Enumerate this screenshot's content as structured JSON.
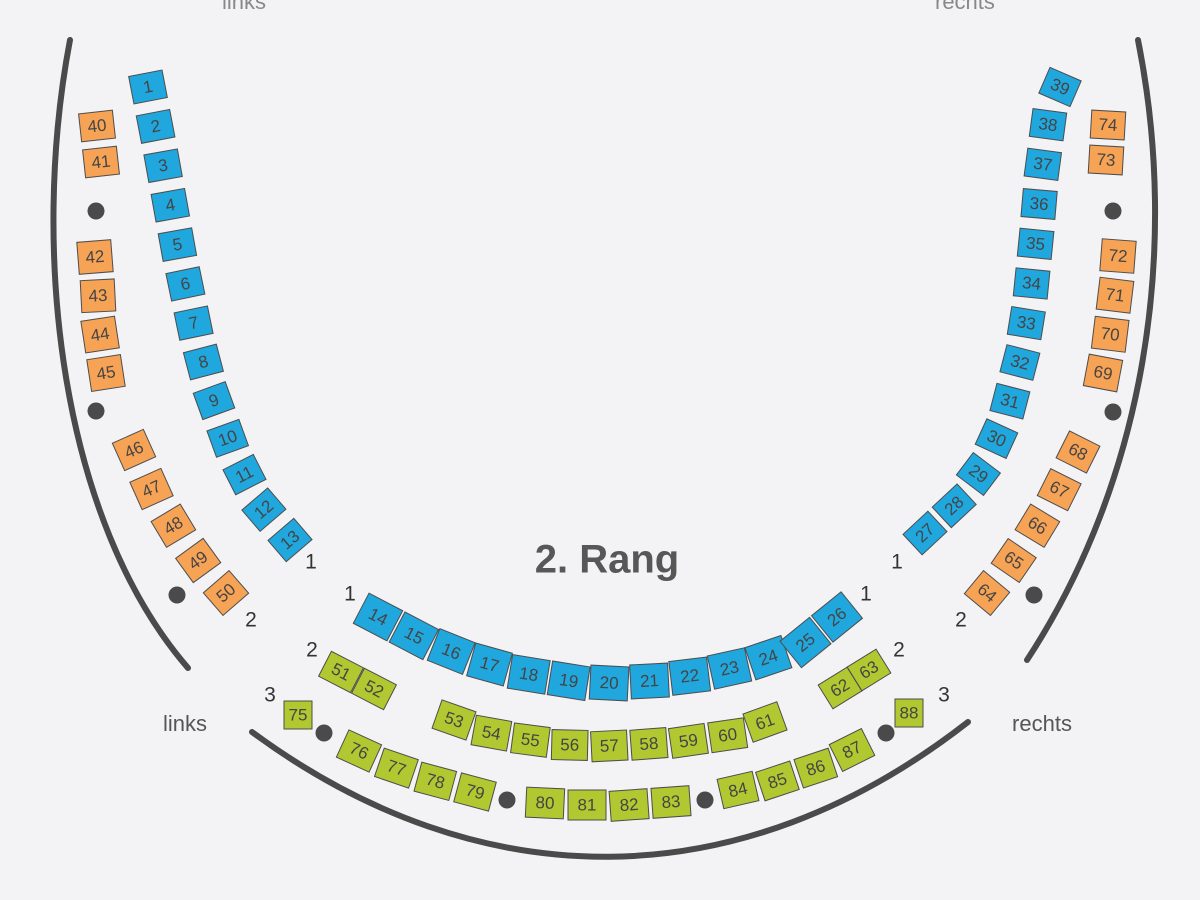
{
  "title": "2. Rang",
  "side_labels": {
    "left": "links",
    "right": "rechts"
  },
  "top_labels": {
    "left": "links",
    "right": "rechts"
  },
  "colors": {
    "blue": "#1fa7de",
    "orange": "#f6a355",
    "green": "#b2c831",
    "background": "#f3f3f5"
  },
  "row_labels": [
    "1",
    "1",
    "1",
    "1",
    "2",
    "2",
    "2",
    "2",
    "3",
    "3"
  ],
  "seats": {
    "blue_left": [
      "1",
      "2",
      "3",
      "4",
      "5",
      "6",
      "7",
      "8",
      "9",
      "10",
      "11",
      "12",
      "13"
    ],
    "blue_center": [
      "14",
      "15",
      "16",
      "17",
      "18",
      "19",
      "20",
      "21",
      "22",
      "23",
      "24",
      "25",
      "26"
    ],
    "blue_right": [
      "27",
      "28",
      "29",
      "30",
      "31",
      "32",
      "33",
      "34",
      "35",
      "36",
      "37",
      "38",
      "39"
    ],
    "orange_left_a": [
      "40",
      "41"
    ],
    "orange_left_b": [
      "42",
      "43",
      "44",
      "45"
    ],
    "orange_left_c": [
      "46",
      "47",
      "48",
      "49",
      "50"
    ],
    "green_row2_left": [
      "51",
      "52"
    ],
    "green_row2_center": [
      "53",
      "54",
      "55",
      "56",
      "57",
      "58",
      "59",
      "60",
      "61"
    ],
    "green_row2_right": [
      "62",
      "63"
    ],
    "orange_right_c": [
      "64",
      "65",
      "66",
      "67",
      "68"
    ],
    "orange_right_b": [
      "69",
      "70",
      "71",
      "72"
    ],
    "orange_right_a": [
      "73",
      "74"
    ],
    "green_row3_left_single": [
      "75"
    ],
    "green_row3_left": [
      "76",
      "77",
      "78",
      "79"
    ],
    "green_row3_center": [
      "80",
      "81",
      "82",
      "83"
    ],
    "green_row3_right": [
      "84",
      "85",
      "86",
      "87"
    ],
    "green_row3_right_single": [
      "88"
    ]
  }
}
